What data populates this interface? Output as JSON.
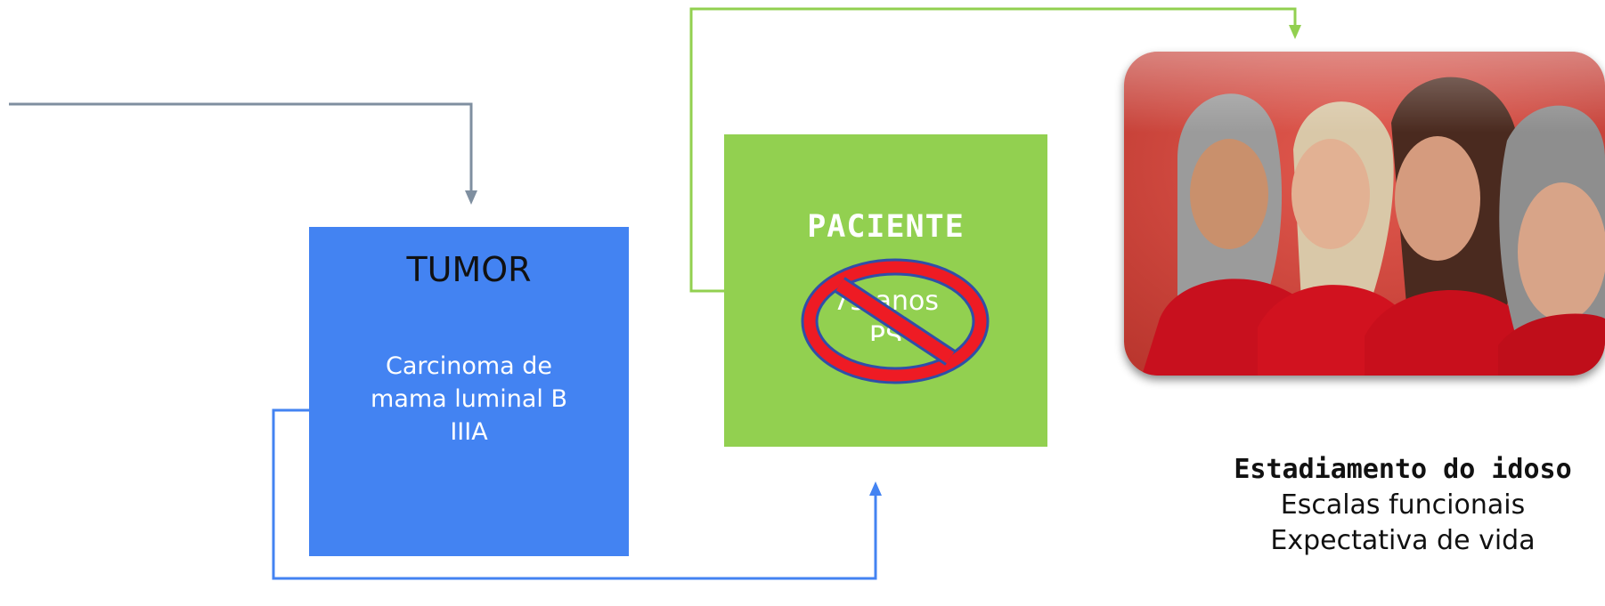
{
  "tumor": {
    "title": "TUMOR",
    "description_lines": [
      "Carcinoma de",
      "mama luminal B",
      "IIIA"
    ]
  },
  "patient": {
    "title": "PACIENTE",
    "hidden_lines": [
      "75 anos",
      "PS"
    ],
    "overlay_icon": "prohibited-icon"
  },
  "photo": {
    "icon": "elderly-women-photo"
  },
  "staging": {
    "title": "Estadiamento do idoso",
    "lines": [
      "Escalas funcionais",
      "Expectativa de vida"
    ]
  },
  "colors": {
    "tumor_fill": "#4383f2",
    "patient_fill": "#92d050",
    "gray_connector": "#7f8fa0",
    "green_connector": "#92d050",
    "blue_connector": "#4383f2",
    "prohibited_red": "#ee1b24",
    "prohibited_border": "#2f4fa8",
    "photo_background": "#d6473c"
  }
}
